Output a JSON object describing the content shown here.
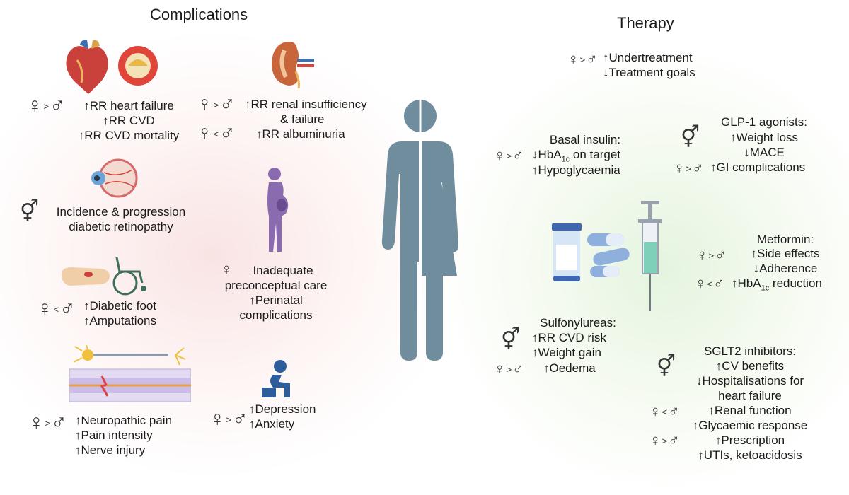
{
  "headings": {
    "left": "Complications",
    "right": "Therapy"
  },
  "symbols": {
    "female": "♀",
    "male": "♂",
    "both": "⚥",
    "gt": ">",
    "lt": "<"
  },
  "complications": {
    "heart": {
      "lines": [
        "↑RR heart failure",
        "↑RR CVD",
        "↑RR CVD mortality"
      ]
    },
    "renal": {
      "line1": "↑RR renal insufficiency",
      "line2": "& failure",
      "line3": "↑RR albuminuria"
    },
    "retina": {
      "lines": [
        "Incidence & progression",
        "diabetic retinopathy"
      ]
    },
    "preconception": {
      "lines": [
        "Inadequate",
        "preconceptual care",
        "↑Perinatal",
        "complications"
      ]
    },
    "foot": {
      "lines": [
        "↑Diabetic foot",
        "↑Amputations"
      ]
    },
    "neuro": {
      "lines": [
        "↑Neuropathic pain",
        "↑Pain intensity",
        "↑Nerve injury"
      ]
    },
    "depression": {
      "lines": [
        "↑Depression",
        "↑Anxiety"
      ]
    }
  },
  "therapy": {
    "general": {
      "lines": [
        "↑Undertreatment",
        "↓Treatment goals"
      ]
    },
    "basal_insulin": {
      "title": "Basal insulin:",
      "line1_pre": "↓HbA",
      "line1_sub": "1c",
      "line1_post": " on target",
      "line2": "↑Hypoglycaemia"
    },
    "glp1": {
      "title": "GLP-1 agonists:",
      "lines": [
        "↑Weight loss",
        "↓MACE"
      ],
      "line3": "↑GI complications"
    },
    "metformin": {
      "title": "Metformin:",
      "line1": "↑Side effects",
      "line2": "↓Adherence",
      "line3_pre": "↑HbA",
      "line3_sub": "1c",
      "line3_post": " reduction"
    },
    "sulfonylureas": {
      "title": "Sulfonylureas:",
      "lines": [
        "↑RR CVD risk",
        "↑Weight gain"
      ],
      "line3": "↑Oedema"
    },
    "sglt2": {
      "title": "SGLT2 inhibitors:",
      "lines": [
        "↑CV benefits",
        "↓Hospitalisations for",
        "heart failure"
      ],
      "line4": "↑Renal function",
      "line5": "↑Glycaemic response",
      "line6": "↑Prescription",
      "line7": "↑UTIs, ketoacidosis"
    }
  },
  "colors": {
    "figure": "#6f8d9c",
    "text": "#1a1a1a",
    "symbol": "#333333"
  }
}
